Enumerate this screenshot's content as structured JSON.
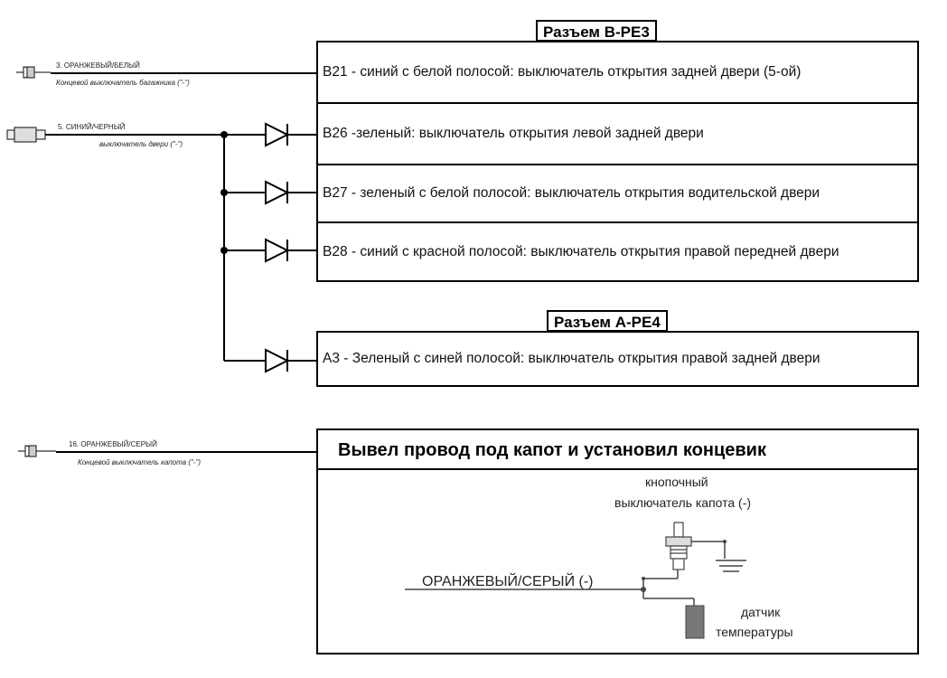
{
  "connector_b": {
    "title": "Разъем B-PE3",
    "rows": [
      "B21 - синий с белой полосой: выключатель открытия задней двери (5-ой)",
      "B26 -зеленый: выключатель открытия левой задней двери",
      "B27 - зеленый с белой полосой: выключатель открытия водительской двери",
      "B28 - синий с красной полосой: выключатель открытия правой передней двери"
    ]
  },
  "connector_a": {
    "title": "Разъем A-PE4",
    "rows": [
      "A3 - Зеленый с синей полосой: выключатель открытия правой задней двери"
    ]
  },
  "wires": {
    "trunk": {
      "label": "3. ОРАНЖЕВЫЙ/БЕЛЫЙ",
      "desc": "Концевой выключатель багажника (\"-\")"
    },
    "door": {
      "label": "5. СИНИЙ/ЧЕРНЫЙ",
      "desc": "выключатель двери (\"-\")"
    },
    "hood": {
      "label": "16. ОРАНЖЕВЫЙ/СЕРЫЙ",
      "desc": "Концевой выключатель капота (\"-\")"
    }
  },
  "hood_box": {
    "title": "Вывел провод под капот и установил концевик",
    "wire_label": "ОРАНЖЕВЫЙ/СЕРЫЙ (-)",
    "switch_label_1": "кнопочный",
    "switch_label_2": "выключатель капота (-)",
    "sensor_label_1": "датчик",
    "sensor_label_2": "температуры"
  }
}
